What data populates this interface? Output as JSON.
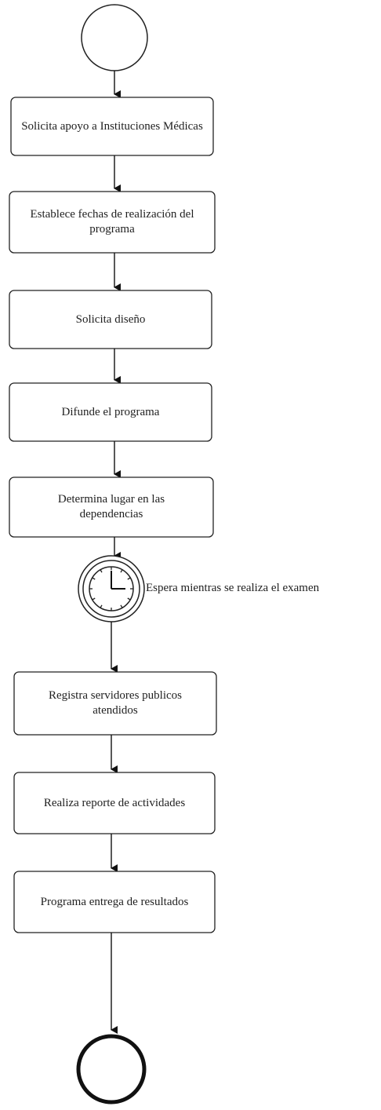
{
  "diagram": {
    "start_event": "start-event",
    "steps": [
      "Solicita apoyo a Instituciones Médicas",
      "Establece fechas de realización del programa",
      "Solicita diseño",
      "Difunde el programa",
      "Determina lugar en las dependencias",
      "Registra servidores publicos atendidos",
      "Realiza reporte de actividades",
      "Programa entrega de resultados"
    ],
    "timer_event": {
      "icon": "clock-icon",
      "label": "Espera mientras se realiza el examen"
    },
    "end_event": "end-event"
  }
}
